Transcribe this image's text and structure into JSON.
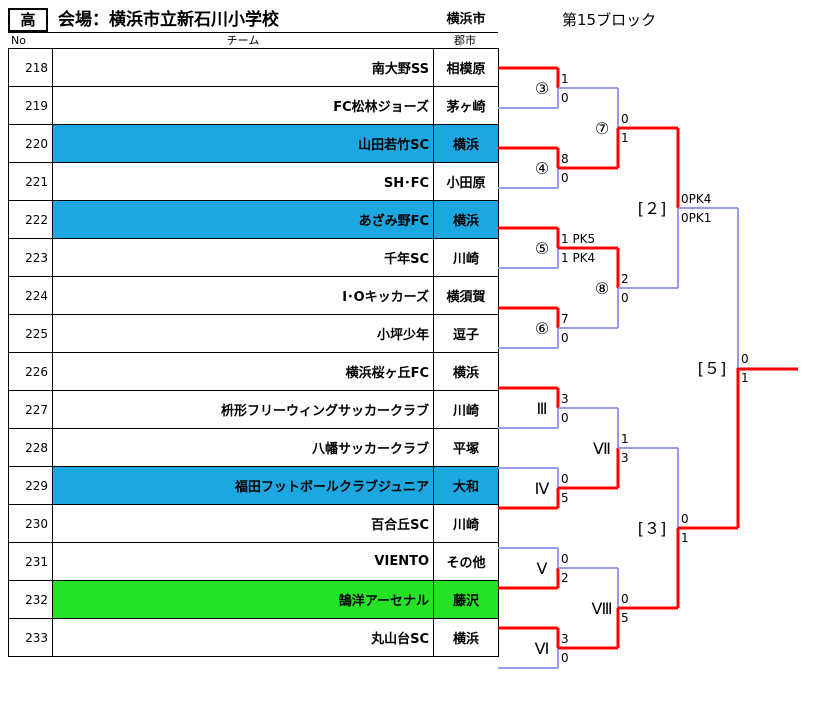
{
  "header": {
    "level": "高",
    "venue": "会場：横浜市立新石川小学校",
    "city": "横浜市",
    "block": "第15ブロック"
  },
  "columns": {
    "no": "No",
    "team": "チーム",
    "city": "郡市"
  },
  "colors": {
    "highlight_blue": "#1ca7e0",
    "highlight_green": "#26e226",
    "winner_line": "#ff0000",
    "loser_line": "#9999ee",
    "header_border": "#000000"
  },
  "teams": [
    {
      "no": "218",
      "name": "南大野SS",
      "city": "相模原",
      "highlight": ""
    },
    {
      "no": "219",
      "name": "FC松林ジョーズ",
      "city": "茅ヶ崎",
      "highlight": ""
    },
    {
      "no": "220",
      "name": "山田若竹SC",
      "city": "横浜",
      "highlight": "blue"
    },
    {
      "no": "221",
      "name": "SH･FC",
      "city": "小田原",
      "highlight": ""
    },
    {
      "no": "222",
      "name": "あざみ野FC",
      "city": "横浜",
      "highlight": "blue"
    },
    {
      "no": "223",
      "name": "千年SC",
      "city": "川崎",
      "highlight": ""
    },
    {
      "no": "224",
      "name": "I･Oキッカーズ",
      "city": "横須賀",
      "highlight": ""
    },
    {
      "no": "225",
      "name": "小坪少年",
      "city": "逗子",
      "highlight": ""
    },
    {
      "no": "226",
      "name": "横浜桜ヶ丘FC",
      "city": "横浜",
      "highlight": ""
    },
    {
      "no": "227",
      "name": "枡形フリーウィングサッカークラブ",
      "city": "川崎",
      "highlight": ""
    },
    {
      "no": "228",
      "name": "八幡サッカークラブ",
      "city": "平塚",
      "highlight": ""
    },
    {
      "no": "229",
      "name": "福田フットボールクラブジュニア",
      "city": "大和",
      "highlight": "blue"
    },
    {
      "no": "230",
      "name": "百合丘SC",
      "city": "川崎",
      "highlight": ""
    },
    {
      "no": "231",
      "name": "VIENTO",
      "city": "その他",
      "highlight": ""
    },
    {
      "no": "232",
      "name": "鵠洋アーセナル",
      "city": "藤沢",
      "highlight": "green"
    },
    {
      "no": "233",
      "name": "丸山台SC",
      "city": "横浜",
      "highlight": ""
    }
  ],
  "matches": [
    {
      "id": "m3",
      "label": "③",
      "scores": [
        "1",
        "0"
      ],
      "winner": "top"
    },
    {
      "id": "m4",
      "label": "④",
      "scores": [
        "8",
        "0"
      ],
      "winner": "top"
    },
    {
      "id": "m5",
      "label": "⑤",
      "scores": [
        "1 PK5",
        "1 PK4"
      ],
      "winner": "top"
    },
    {
      "id": "m6",
      "label": "⑥",
      "scores": [
        "7",
        "0"
      ],
      "winner": "top"
    },
    {
      "id": "mIII",
      "label": "Ⅲ",
      "scores": [
        "3",
        "0"
      ],
      "winner": "top"
    },
    {
      "id": "mIV",
      "label": "Ⅳ",
      "scores": [
        "0",
        "5"
      ],
      "winner": "bottom"
    },
    {
      "id": "mV",
      "label": "Ⅴ",
      "scores": [
        "0",
        "2"
      ],
      "winner": "bottom"
    },
    {
      "id": "mVI",
      "label": "Ⅵ",
      "scores": [
        "3",
        "0"
      ],
      "winner": "top"
    },
    {
      "id": "m7",
      "label": "⑦",
      "scores": [
        "0",
        "1"
      ],
      "winner": "bottom"
    },
    {
      "id": "m8",
      "label": "⑧",
      "scores": [
        "2",
        "0"
      ],
      "winner": "top"
    },
    {
      "id": "mVII",
      "label": "Ⅶ",
      "scores": [
        "1",
        "3"
      ],
      "winner": "bottom"
    },
    {
      "id": "mVIII",
      "label": "Ⅷ",
      "scores": [
        "0",
        "5"
      ],
      "winner": "bottom"
    },
    {
      "id": "b2",
      "label": "[２]",
      "scores": [
        "0PK4",
        "0PK1"
      ],
      "winner": "top"
    },
    {
      "id": "b3",
      "label": "[３]",
      "scores": [
        "0",
        "1"
      ],
      "winner": "bottom"
    },
    {
      "id": "b5",
      "label": "[５]",
      "scores": [
        "0",
        "1"
      ],
      "winner": "bottom"
    }
  ]
}
